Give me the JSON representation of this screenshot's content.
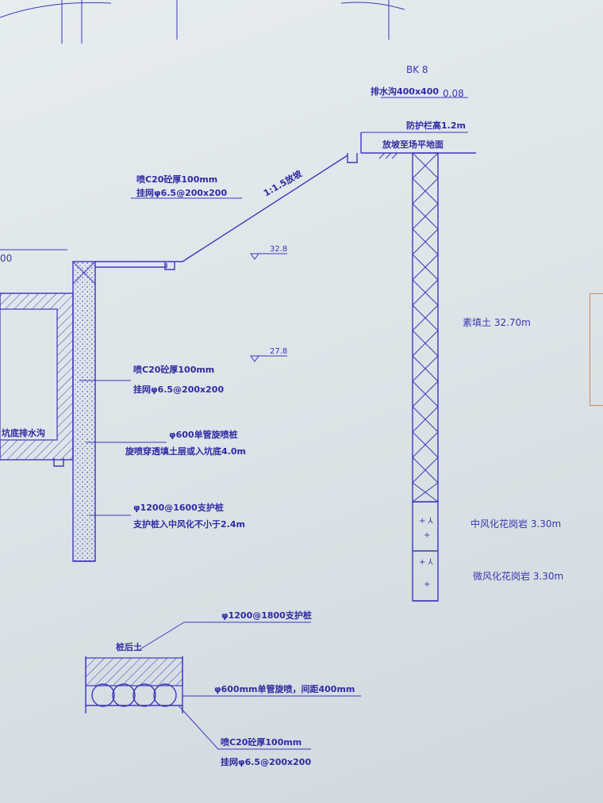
{
  "top_labels": {
    "borehole": "BK 8",
    "drain": "排水沟400x400",
    "elev_top": "0.08",
    "guardrail": "防护栏高1.2m",
    "to_ground": "放坡至场平地面"
  },
  "slope": {
    "ratio": "1:1.5放坡",
    "spray_l1": "喷C20砼厚100mm",
    "spray_l2": "挂网φ6.5@200x200",
    "level_a": "32.8",
    "level_b": "27.8",
    "left_partial": "00"
  },
  "pile": {
    "spray_l1": "喷C20砼厚100mm",
    "spray_l2": "挂网φ6.5@200x200",
    "jet_l1": "φ600单管旋喷桩",
    "jet_l2": "旋喷穿透填土层或入坑底4.0m",
    "support_l1": "φ1200@1600支护桩",
    "support_l2": "支护桩入中风化不小于2.4m",
    "drain_left": "坑底排水沟"
  },
  "strata": {
    "fill": "素填土 32.70m",
    "moderate": "中风化花岗岩 3.30m",
    "slight": "微风化花岗岩 3.30m"
  },
  "plan_detail": {
    "pile": "φ1200@1800支护桩",
    "backfill": "桩后土",
    "jet": "φ600mm单管旋喷，间距400mm",
    "spray_l1": "喷C20砼厚100mm",
    "spray_l2": "挂网φ6.5@200x200"
  },
  "colors": {
    "ink": "#3d38b8",
    "paper": "#dfe6ea"
  }
}
